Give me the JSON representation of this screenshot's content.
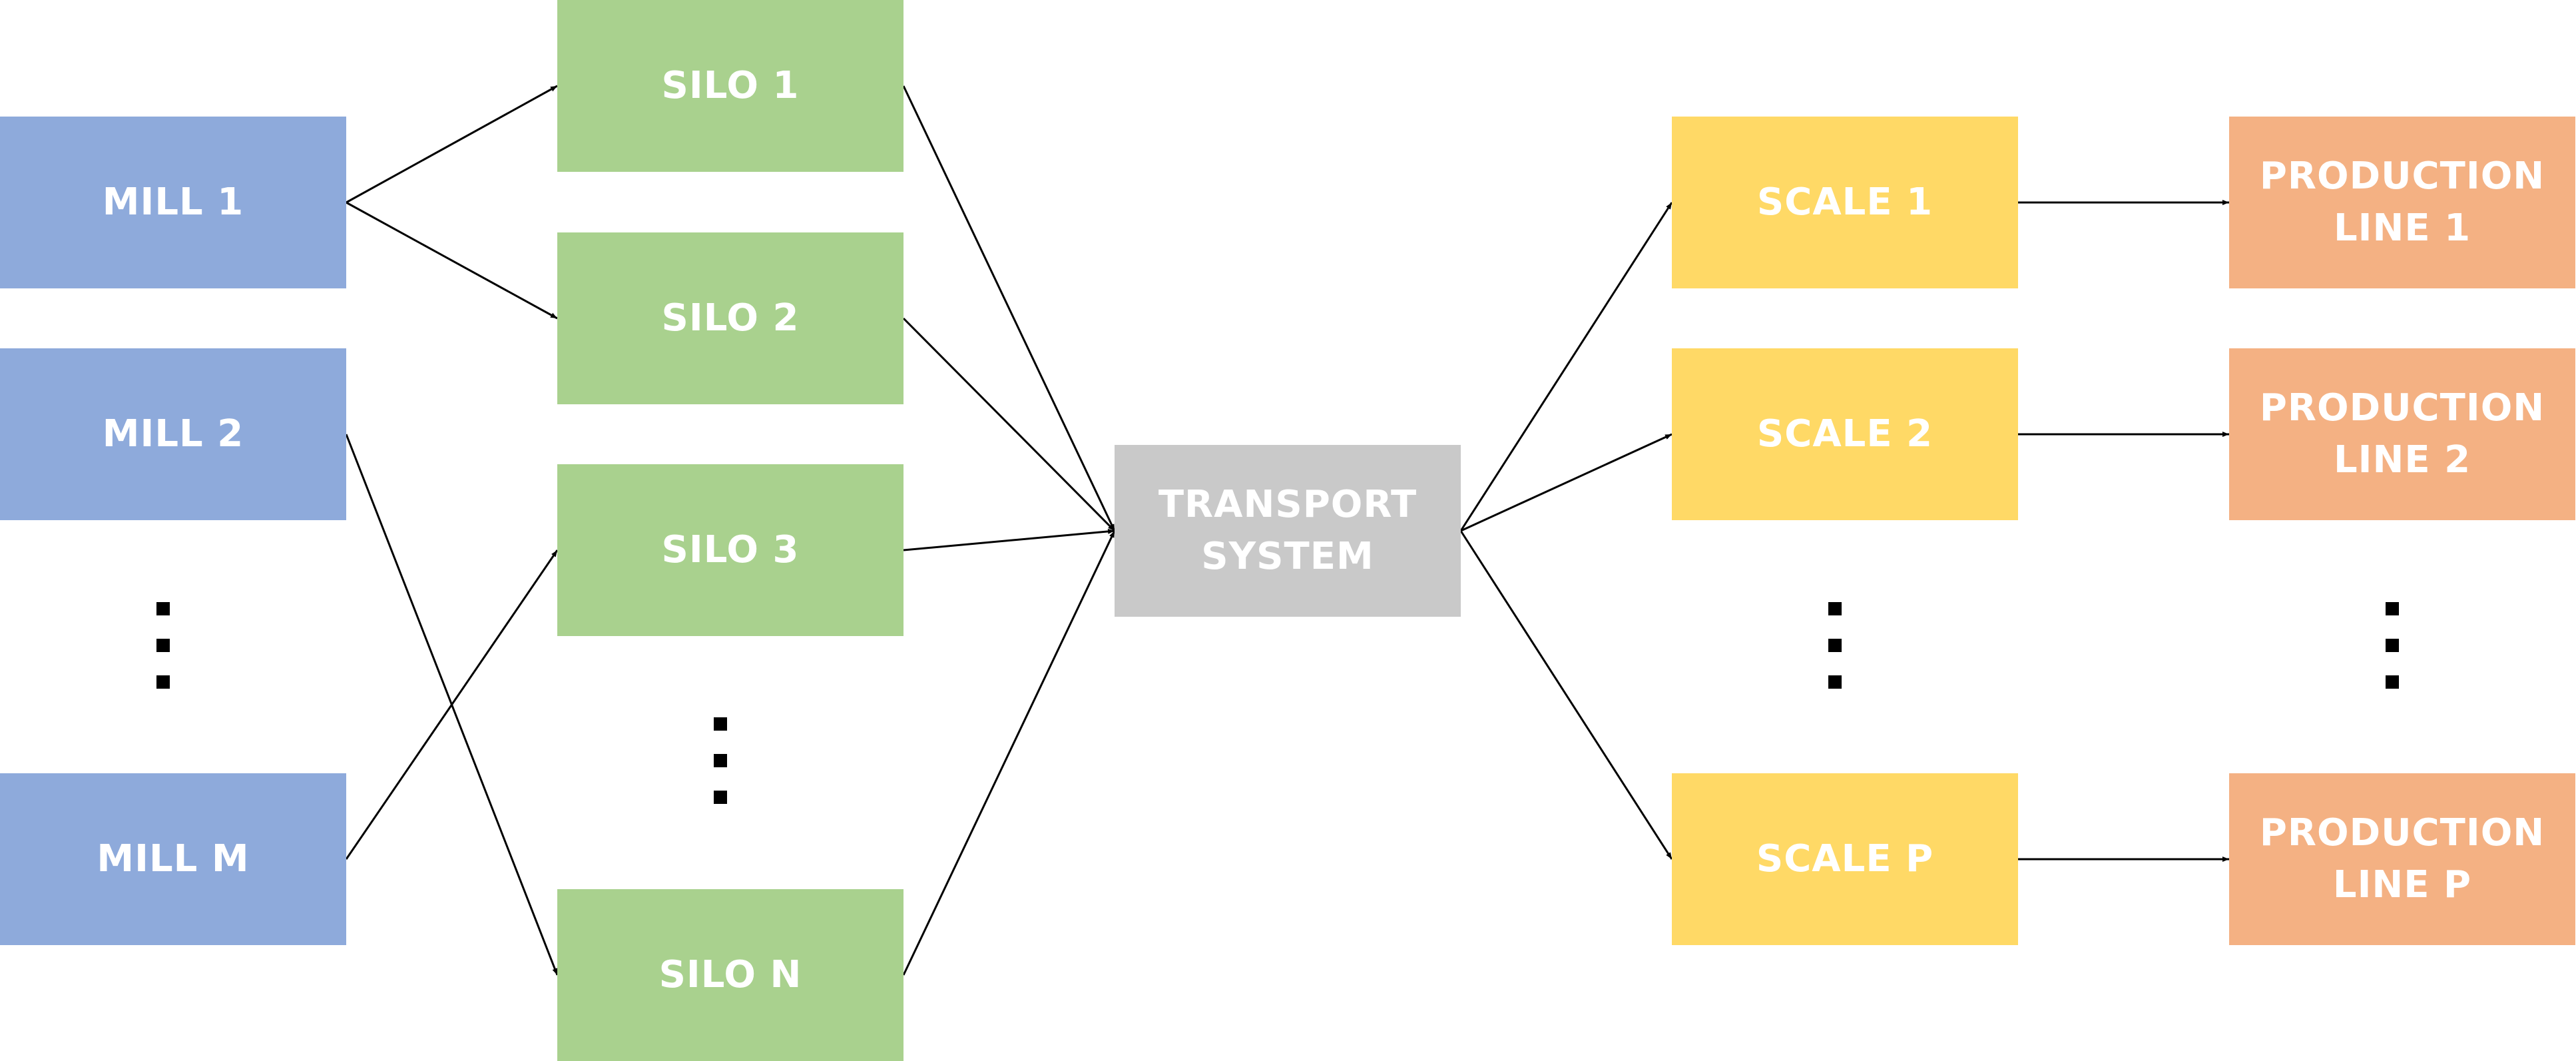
{
  "diagram": {
    "mills": [
      "MILL 1",
      "MILL 2",
      "MILL M"
    ],
    "silos": [
      "SILO 1",
      "SILO 2",
      "SILO 3",
      "SILO N"
    ],
    "transport": "TRANSPORT\nSYSTEM",
    "scales": [
      "SCALE 1",
      "SCALE 2",
      "SCALE P"
    ],
    "production_lines": [
      "PRODUCTION\nLINE 1",
      "PRODUCTION\nLINE 2",
      "PRODUCTION\nLINE P"
    ],
    "colors": {
      "mill": "#8eaadb",
      "silo": "#a9d18e",
      "transport": "#c9c9c9",
      "scale": "#ffd966",
      "production_line": "#f4b183",
      "text": "#ffffff",
      "arrow": "#000000"
    },
    "edges": [
      [
        "mill-1",
        "silo-1"
      ],
      [
        "mill-1",
        "silo-2"
      ],
      [
        "mill-2",
        "silo-n"
      ],
      [
        "mill-m",
        "silo-3"
      ],
      [
        "silo-1",
        "transport-system"
      ],
      [
        "silo-2",
        "transport-system"
      ],
      [
        "silo-3",
        "transport-system"
      ],
      [
        "silo-n",
        "transport-system"
      ],
      [
        "transport-system",
        "scale-1"
      ],
      [
        "transport-system",
        "scale-2"
      ],
      [
        "transport-system",
        "scale-p"
      ],
      [
        "scale-1",
        "production-line-1"
      ],
      [
        "scale-2",
        "production-line-2"
      ],
      [
        "scale-p",
        "production-line-p"
      ]
    ]
  }
}
